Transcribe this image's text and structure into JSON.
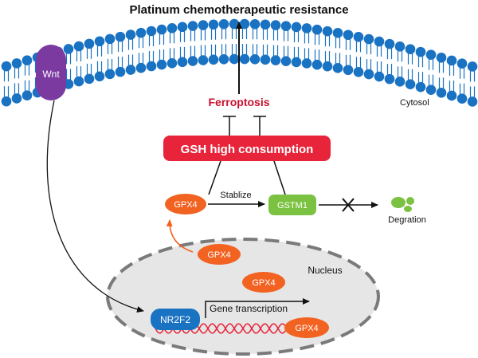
{
  "title": "Platinum chemotherapeutic resistance",
  "membrane": {
    "receptor_label": "Wnt",
    "compartment_label": "Cytosol"
  },
  "ferroptosis": {
    "label": "Ferroptosis"
  },
  "gsh_box": {
    "label": "GSH high consumption"
  },
  "pathway": {
    "gpx4_label": "GPX4",
    "stabilize_label": "Stablize",
    "gstm1_label": "GSTM1",
    "degradation_label": "Degration"
  },
  "nucleus": {
    "label": "Nucleus",
    "gpx4_upper": "GPX4",
    "gpx4_middle": "GPX4",
    "nr2f2_label": "NR2F2",
    "transcription_label": "Gene transcription",
    "gpx4_gene": "GPX4"
  },
  "colors": {
    "membrane_blue": "#1a72c2",
    "receptor_purple": "#7b3aa0",
    "ferroptosis_red": "#c8102e",
    "gsh_red": "#e8243a",
    "gpx4_orange": "#f26322",
    "gstm1_green": "#7cc242",
    "nr2f2_blue": "#1a72c2",
    "nucleus_fill": "#e6e6e6",
    "nucleus_border": "#7a7a7a"
  }
}
